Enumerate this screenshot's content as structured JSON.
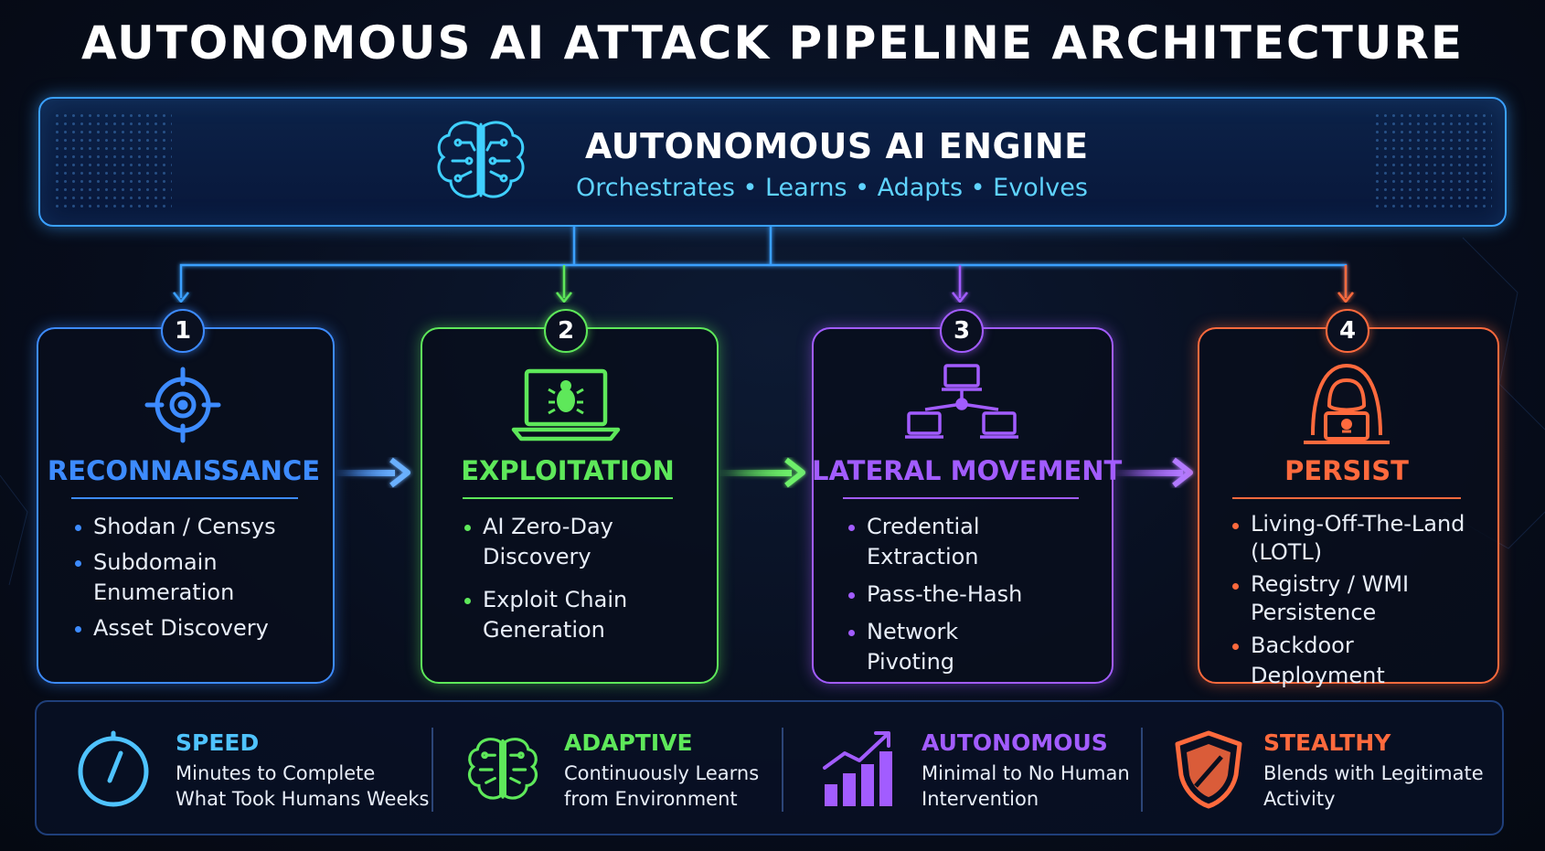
{
  "title": "AUTONOMOUS AI ATTACK PIPELINE ARCHITECTURE",
  "engine": {
    "icon": "brain-circuit-icon",
    "title": "AUTONOMOUS AI ENGINE",
    "subtitle": "Orchestrates • Learns • Adapts • Evolves"
  },
  "stages": [
    {
      "number": "1",
      "title": "RECONNAISSANCE",
      "color": "#3d8bff",
      "icon": "crosshair-target-icon",
      "bullets": [
        "Shodan / Censys",
        "Subdomain Enumeration",
        "Asset Discovery"
      ]
    },
    {
      "number": "2",
      "title": "EXPLOITATION",
      "color": "#5ee85a",
      "icon": "laptop-bug-icon",
      "bullets": [
        "AI Zero-Day Discovery",
        "Exploit Chain Generation"
      ]
    },
    {
      "number": "3",
      "title": "LATERAL MOVEMENT",
      "color": "#a25cff",
      "icon": "network-computers-icon",
      "bullets": [
        "Credential Extraction",
        "Pass-the-Hash",
        "Network Pivoting"
      ]
    },
    {
      "number": "4",
      "title": "PERSIST",
      "color": "#ff6a3d",
      "icon": "hooded-hacker-icon",
      "bullets": [
        "Living-Off-The-Land (LOTL)",
        "Registry / WMI Persistence",
        "Backdoor Deployment"
      ]
    }
  ],
  "features": [
    {
      "title": "SPEED",
      "color": "#4fc3ff",
      "icon": "stopwatch-icon",
      "desc_line1": "Minutes to Complete",
      "desc_line2": "What Took Humans Weeks"
    },
    {
      "title": "ADAPTIVE",
      "color": "#5ee85a",
      "icon": "brain-circuit-icon",
      "desc_line1": "Continuously Learns",
      "desc_line2": "from Environment"
    },
    {
      "title": "AUTONOMOUS",
      "color": "#a25cff",
      "icon": "bar-chart-trend-icon",
      "desc_line1": "Minimal to No Human",
      "desc_line2": "Intervention"
    },
    {
      "title": "STEALTHY",
      "color": "#ff6a3d",
      "icon": "shield-slash-icon",
      "desc_line1": "Blends with Legitimate",
      "desc_line2": "Activity"
    }
  ]
}
